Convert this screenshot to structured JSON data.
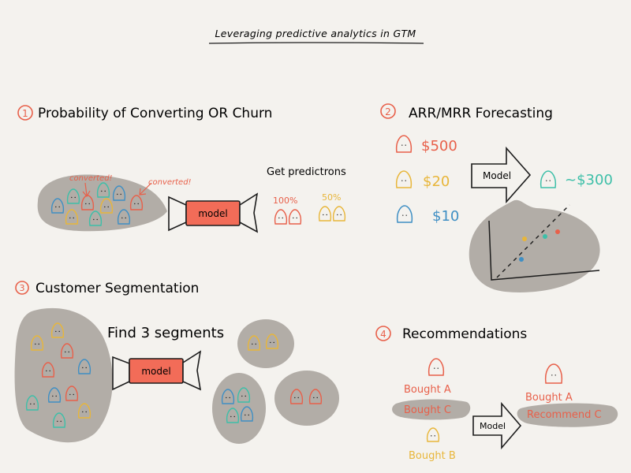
{
  "title": "Leveraging predictive analytics in GTM",
  "colors": {
    "background": "#f4f2ee",
    "blob": "#b2ada7",
    "red": "#e8604a",
    "orange": "#f07a5e",
    "yellow": "#e8b63a",
    "blue": "#3f8fc4",
    "teal": "#3dbfa8",
    "model_fill": "#f26c58",
    "ink": "#1c1c1c"
  },
  "sections": {
    "s1": {
      "number": "1",
      "title": "Probability of Converting OR Churn",
      "annotation_1": "converted!",
      "annotation_2": "converted!",
      "model_label": "model",
      "predictions_label": "Get predictrons",
      "pct_1": "100%",
      "pct_2": "50%"
    },
    "s2": {
      "number": "2",
      "title": "ARR/MRR Forecasting",
      "value_1": "$500",
      "value_2": "$20",
      "value_3": "$10",
      "model_label": "Model",
      "forecast": "~$300"
    },
    "s3": {
      "number": "3",
      "title": "Customer Segmentation",
      "segments_label": "Find 3 segments",
      "model_label": "model"
    },
    "s4": {
      "number": "4",
      "title": "Recommendations",
      "bought_a": "Bought A",
      "bought_c": "Bought C",
      "bought_b": "Bought B",
      "model_label": "Model",
      "result_bought_a": "Bought A",
      "recommend_c": "Recommend C"
    }
  }
}
